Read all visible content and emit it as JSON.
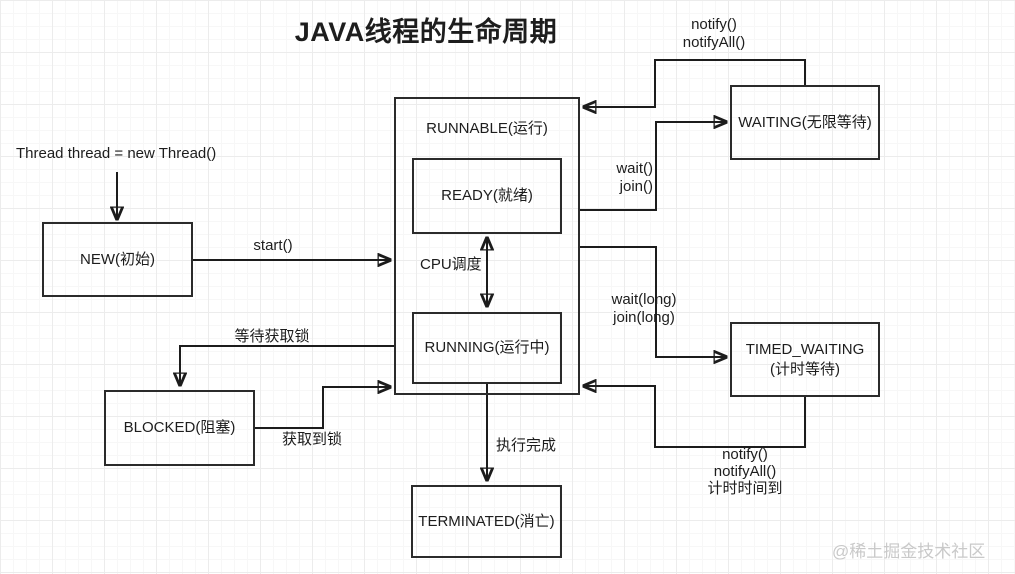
{
  "title": "JAVA线程的生命周期",
  "watermark": "@稀土掘金技术社区",
  "nodes": {
    "new": "NEW(初始)",
    "runnable": "RUNNABLE(运行)",
    "ready": "READY(就绪)",
    "running": "RUNNING(运行中)",
    "blocked": "BLOCKED(阻塞)",
    "waiting": "WAITING(无限等待)",
    "timed_waiting": "TIMED_WAITING(计时等待)",
    "terminated": "TERMINATED(消亡)"
  },
  "edge_labels": {
    "create": "Thread thread = new Thread()",
    "start": "start()",
    "cpu_schedule": "CPU调度",
    "wait_join": [
      "wait()",
      "join()"
    ],
    "notify_from_waiting": [
      "notify()",
      "notifyAll()"
    ],
    "wait_long": [
      "wait(long)",
      "join(long)"
    ],
    "notify_from_timed_waiting": [
      "notify()",
      "notifyAll()",
      "计时时间到"
    ],
    "wait_for_lock": "等待获取锁",
    "lock_acquired": "获取到锁",
    "run_complete": "执行完成"
  }
}
